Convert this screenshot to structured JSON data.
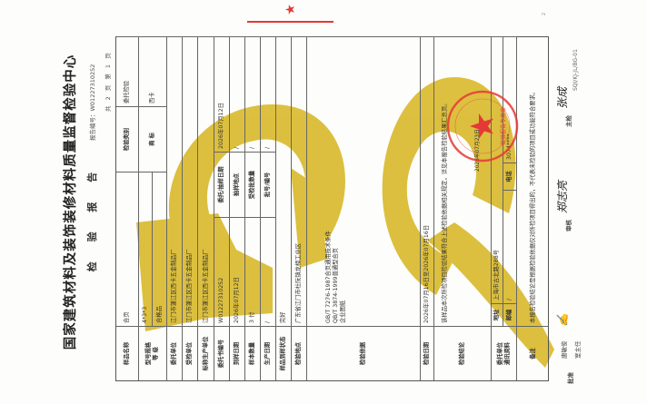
{
  "header": {
    "title": "国家建筑材料及装饰装修材料质量监督检验中心",
    "subtitle": "检 验 报 告",
    "report_no": "报告编号：W01227310252",
    "pages": "共 2 页 第 1 页"
  },
  "table": {
    "sample_name": {
      "label": "样品名称",
      "value": "合页"
    },
    "category": {
      "label": "检验类别",
      "value": "委托检验"
    },
    "model": {
      "label": "型号规格\n等 级",
      "value": "4*3*3",
      "grade": "合格品"
    },
    "trademark": {
      "label": "商 标",
      "value": "西卡"
    },
    "client": {
      "label": "委托单位",
      "value": "江门市蓬江区西卡五金制品厂"
    },
    "inspected": {
      "label": "受检单位",
      "value": "江门市蓬江区西卡五金制品厂"
    },
    "producer": {
      "label": "标称生产单位",
      "value": "江门市蓬江区西卡五金制品厂"
    },
    "commission_no": {
      "label": "委托书编号",
      "value": "W01227310252"
    },
    "commission_date": {
      "label": "委托/抽样日期",
      "value": "2026年07月12日"
    },
    "arrival_date": {
      "label": "到样日期",
      "value": "2026年07月12日"
    },
    "sampling_place": {
      "label": "抽样地点",
      "value": "/"
    },
    "quantity": {
      "label": "样本数量",
      "value": "3 付"
    },
    "batch_qty": {
      "label": "受检批数量",
      "value": "/"
    },
    "prod_date": {
      "label": "生产日期",
      "value": "/"
    },
    "batch_no": {
      "label": "批号/编号",
      "value": "/"
    },
    "state": {
      "label": "样品到样状态",
      "value": "完好"
    },
    "place": {
      "label": "检验地点",
      "value": "广东省江门市杜阮镇龙榜工业区"
    },
    "basis": {
      "label": "检验依据",
      "lines": [
        "GB/T 7276-1987合页通用技术条件",
        "QB/T 3874-1999普通型合页",
        "企业图纸"
      ]
    },
    "test_date": {
      "label": "检验日期",
      "value": "2026年07月16日至2026年07月16日"
    },
    "conclusion": {
      "label": "检验结论",
      "value": "该样品本次所检项目检验结果符合上述检验依据相关规定，详见本报告检验结果汇总页。",
      "stamp_text": "检验报告专用章",
      "sign_date": "2026年07月23日"
    },
    "contact": {
      "label": "委托单位\n通讯资料",
      "address_label": "地址",
      "address": "上海市古北路288号",
      "postcode_label": "邮编",
      "postcode": "/",
      "phone_label": "电话",
      "phone": "3074****"
    },
    "remarks": {
      "label": "备注",
      "value": "本报告检验结论是根据检验依据仅对所检项目得出的，不代表未检验的项目或功能符合要求。"
    }
  },
  "footer": {
    "approve_label": "批准",
    "approver": "唐敏俊",
    "approver_title": "室主任",
    "review_label": "审核",
    "reviewer_sig": "郑志亮",
    "main_label": "主检",
    "main_sig": "张成",
    "form_code": "SQI/KJ-JL/BG-01",
    "page_mark": "2"
  },
  "colors": {
    "watermark": "#d9b92a",
    "stamp": "#e53935"
  }
}
